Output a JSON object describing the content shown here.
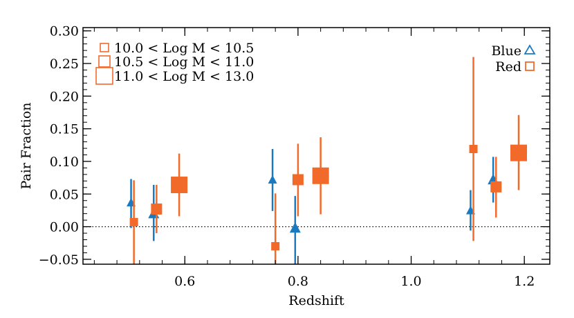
{
  "chart_data": {
    "type": "scatter",
    "xlabel": "Redshift",
    "ylabel": "Pair Fraction",
    "xlim": [
      0.42,
      1.245
    ],
    "ylim": [
      -0.0575,
      0.305
    ],
    "xticks": [
      0.6,
      0.8,
      1.0,
      1.2
    ],
    "xtick_labels": [
      "0.6",
      "0.8",
      "1.0",
      "1.2"
    ],
    "yticks": [
      -0.05,
      0.0,
      0.05,
      0.1,
      0.15,
      0.2,
      0.25,
      0.3
    ],
    "ytick_labels": [
      "−0.05",
      "0.00",
      "0.05",
      "0.10",
      "0.15",
      "0.20",
      "0.25",
      "0.30"
    ],
    "reference_line": {
      "y": 0.0,
      "style": "dotted"
    },
    "grid": false,
    "colors": {
      "blue": "#1a7abf",
      "red": "#f26a2a"
    },
    "color_legend": {
      "placement": "top-right",
      "entries": [
        {
          "label": "Blue",
          "symbol": "triangle-open",
          "color": "#1a7abf"
        },
        {
          "label": "Red",
          "symbol": "square-open",
          "color": "#f26a2a"
        }
      ]
    },
    "mass_legend": {
      "placement": "top-left",
      "entries": [
        {
          "label": "10.0 < Log M < 10.5",
          "size": "small"
        },
        {
          "label": "10.5 < Log M < 11.0",
          "size": "medium"
        },
        {
          "label": "11.0 < Log M < 13.0",
          "size": "large"
        }
      ]
    },
    "series": [
      {
        "color": "blue",
        "marker": "triangle",
        "points": [
          {
            "x": 0.505,
            "y": 0.036,
            "ylow": -0.002,
            "yhigh": 0.073,
            "size": "small"
          },
          {
            "x": 0.545,
            "y": 0.019,
            "ylow": -0.022,
            "yhigh": 0.064,
            "size": "medium"
          },
          {
            "x": 0.755,
            "y": 0.071,
            "ylow": 0.024,
            "yhigh": 0.119,
            "size": "small"
          },
          {
            "x": 0.795,
            "y": -0.003,
            "ylow": -0.0575,
            "yhigh": 0.047,
            "size": "medium"
          },
          {
            "x": 1.105,
            "y": 0.024,
            "ylow": -0.006,
            "yhigh": 0.056,
            "size": "small"
          },
          {
            "x": 1.145,
            "y": 0.071,
            "ylow": 0.037,
            "yhigh": 0.107,
            "size": "medium"
          }
        ]
      },
      {
        "color": "red",
        "marker": "square",
        "points": [
          {
            "x": 0.51,
            "y": 0.007,
            "ylow": -0.0575,
            "yhigh": 0.071,
            "size": "small"
          },
          {
            "x": 0.55,
            "y": 0.027,
            "ylow": -0.01,
            "yhigh": 0.064,
            "size": "medium"
          },
          {
            "x": 0.59,
            "y": 0.064,
            "ylow": 0.016,
            "yhigh": 0.112,
            "size": "large"
          },
          {
            "x": 0.76,
            "y": -0.03,
            "ylow": -0.0575,
            "yhigh": 0.051,
            "size": "small"
          },
          {
            "x": 0.8,
            "y": 0.072,
            "ylow": 0.016,
            "yhigh": 0.127,
            "size": "medium"
          },
          {
            "x": 0.84,
            "y": 0.078,
            "ylow": 0.019,
            "yhigh": 0.137,
            "size": "large"
          },
          {
            "x": 1.11,
            "y": 0.119,
            "ylow": -0.022,
            "yhigh": 0.26,
            "size": "small"
          },
          {
            "x": 1.15,
            "y": 0.061,
            "ylow": 0.014,
            "yhigh": 0.107,
            "size": "medium"
          },
          {
            "x": 1.19,
            "y": 0.113,
            "ylow": 0.056,
            "yhigh": 0.171,
            "size": "large"
          }
        ]
      }
    ]
  }
}
